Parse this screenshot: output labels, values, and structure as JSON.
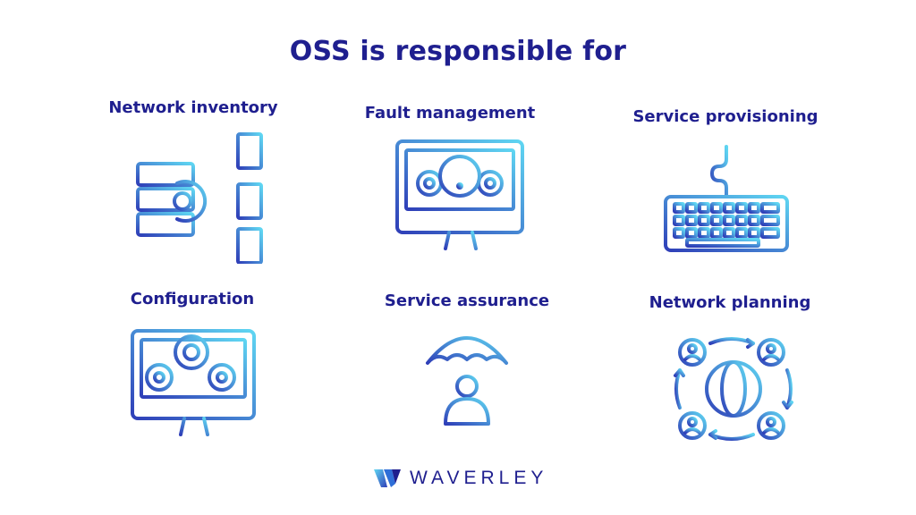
{
  "title": "OSS is responsible for",
  "items": [
    {
      "label": "Network inventory",
      "icon": "server-tree-icon"
    },
    {
      "label": "Fault management",
      "icon": "monitor-fault-icon"
    },
    {
      "label": "Service provisioning",
      "icon": "keyboard-icon"
    },
    {
      "label": "Configuration",
      "icon": "monitor-gears-icon"
    },
    {
      "label": "Service assurance",
      "icon": "umbrella-person-icon"
    },
    {
      "label": "Network planning",
      "icon": "globe-network-icon"
    }
  ],
  "logo": {
    "text": "WAVERLEY"
  },
  "colors": {
    "text": "#1f1f8f",
    "gradient_start": "#2f3fb8",
    "gradient_end": "#5fd6f2"
  }
}
